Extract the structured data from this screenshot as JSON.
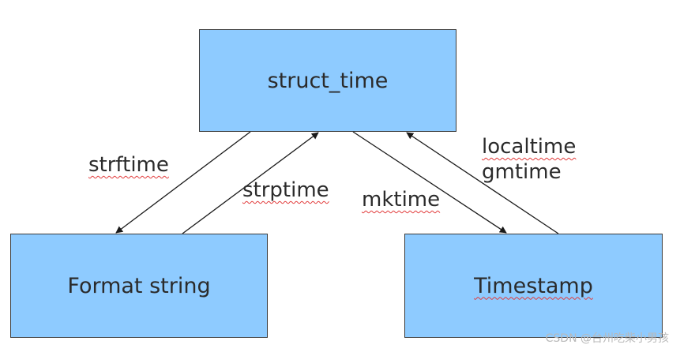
{
  "nodes": {
    "struct_time": "struct_time",
    "format_string": "Format string",
    "timestamp": "Timestamp"
  },
  "edges": {
    "strftime": "strftime",
    "strptime": "strptime",
    "mktime": "mktime",
    "localtime": "localtime",
    "gmtime": "gmtime"
  },
  "watermark": "CSDN @台州吃柴小男孩",
  "colors": {
    "box_fill": "#8ecbff",
    "box_border": "#3a3a3a",
    "arrow": "#1a1a1a",
    "spellcheck": "#e23b3b"
  }
}
